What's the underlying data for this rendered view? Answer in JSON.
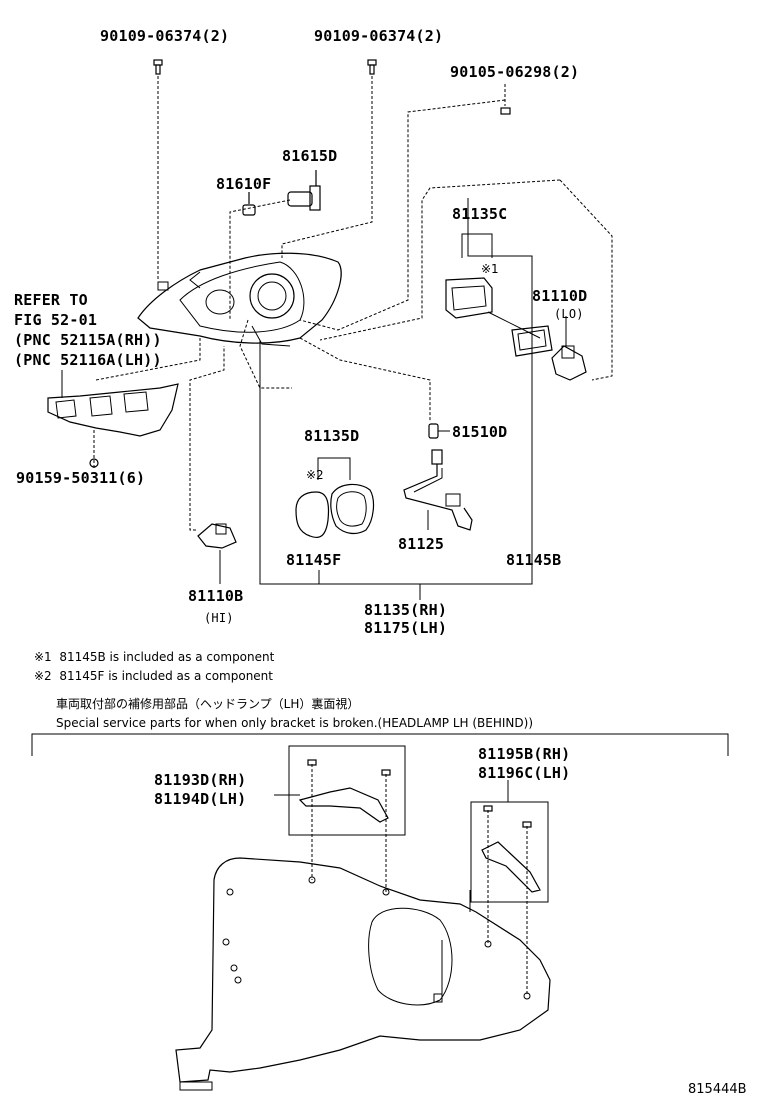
{
  "labels": {
    "p90109a": "90109-06374(2)",
    "p90109b": "90109-06374(2)",
    "p90105": "90105-06298(2)",
    "p81615d": "81615D",
    "p81610f": "81610F",
    "p81135c": "81135C",
    "m1": "※1",
    "p81110d": "81110D",
    "lo": "(LO)",
    "refer1": "REFER TO",
    "refer2": "FIG 52-01",
    "refer3": "(PNC 52115A(RH))",
    "refer4": "(PNC 52116A(LH))",
    "p81135d": "81135D",
    "p81510d": "81510D",
    "m2": "※2",
    "p90159": "90159-50311(6)",
    "p81125": "81125",
    "p81145f": "81145F",
    "p81145b": "81145B",
    "p81110b": "81110B",
    "hi": "(HI)",
    "p81135rh": "81135(RH)",
    "p81175lh": "81175(LH)",
    "note1": "※1  81145B is included as a component",
    "note2": "※2  81145F is included as a component",
    "jp_title": "車両取付部の補修用部品（ヘッドランプ（LH）裏面視）",
    "en_title": "Special service parts for when only bracket is broken.(HEADLAMP LH (BEHIND))",
    "p81193d": "81193D(RH)",
    "p81194d": "81194D(LH)",
    "p81195b": "81195B(RH)",
    "p81196c": "81196C(LH)",
    "figure_id": "815444B"
  }
}
